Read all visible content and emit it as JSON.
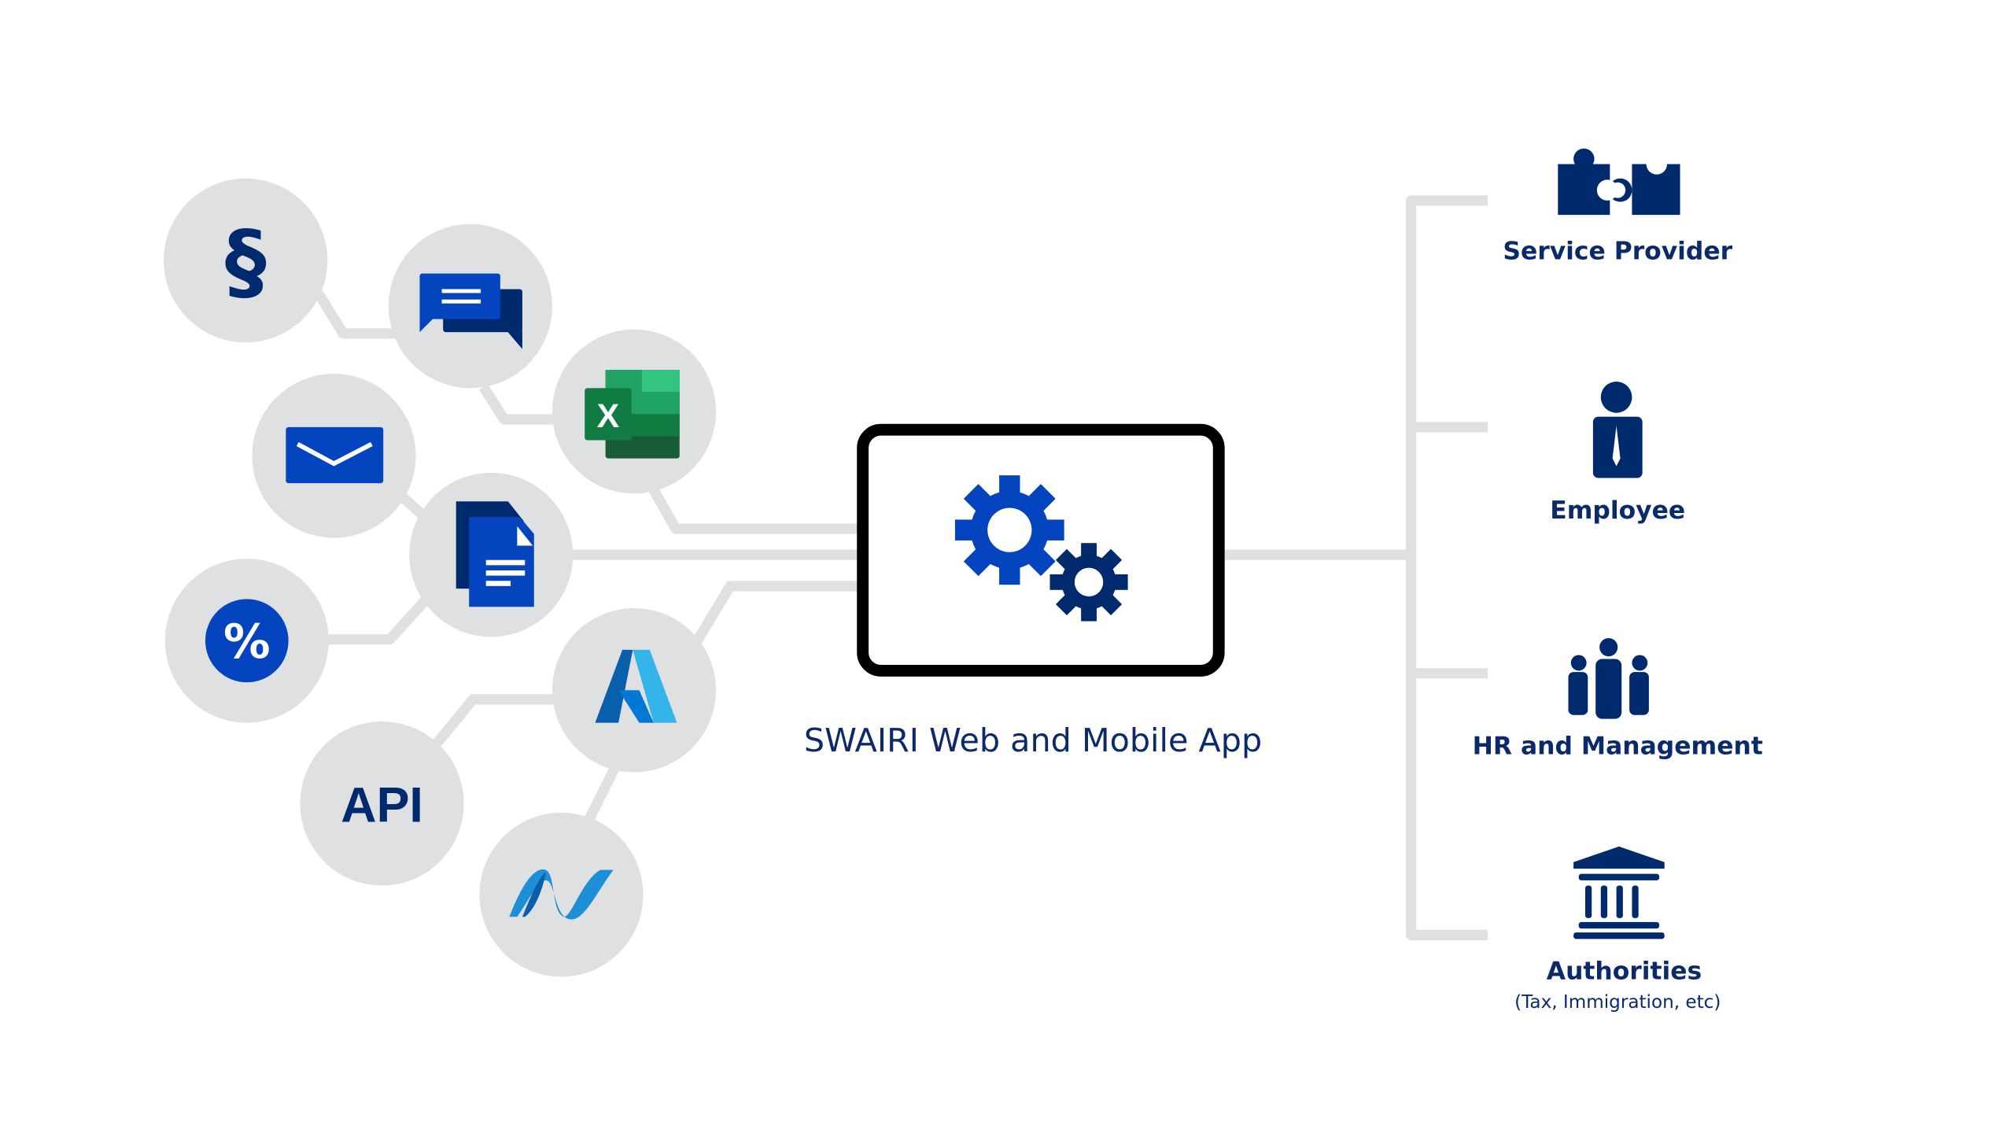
{
  "colors": {
    "navy": "#002A6E",
    "blue": "#0445BF",
    "connector_gray": "#DFE0E2",
    "excel_green": "#1D7A43",
    "azure_blue": "#2F9EE0"
  },
  "left_sources": [
    {
      "id": "law",
      "icon": "paragraph-icon",
      "glyph": "§"
    },
    {
      "id": "chat",
      "icon": "chat-bubbles-icon"
    },
    {
      "id": "excel",
      "icon": "excel-icon",
      "glyph": "X"
    },
    {
      "id": "email",
      "icon": "envelope-icon"
    },
    {
      "id": "documents",
      "icon": "documents-icon"
    },
    {
      "id": "tax-rate",
      "icon": "percent-icon",
      "glyph": "%"
    },
    {
      "id": "azure",
      "icon": "azure-icon"
    },
    {
      "id": "api",
      "icon": "api-text-icon",
      "label": "API"
    },
    {
      "id": "dotnet",
      "icon": "dotnet-icon"
    }
  ],
  "center": {
    "icon": "gears-icon",
    "title": "SWAIRI Web and Mobile App"
  },
  "right_targets": [
    {
      "id": "service-provider",
      "icon": "puzzle-icon",
      "label": "Service Provider",
      "sublabel": ""
    },
    {
      "id": "employee",
      "icon": "employee-icon",
      "label": "Employee",
      "sublabel": ""
    },
    {
      "id": "hr",
      "icon": "group-icon",
      "label": "HR and Management",
      "sublabel": ""
    },
    {
      "id": "authorities",
      "icon": "government-building-icon",
      "label": "Authorities",
      "sublabel": "(Tax, Immigration, etc)"
    }
  ]
}
